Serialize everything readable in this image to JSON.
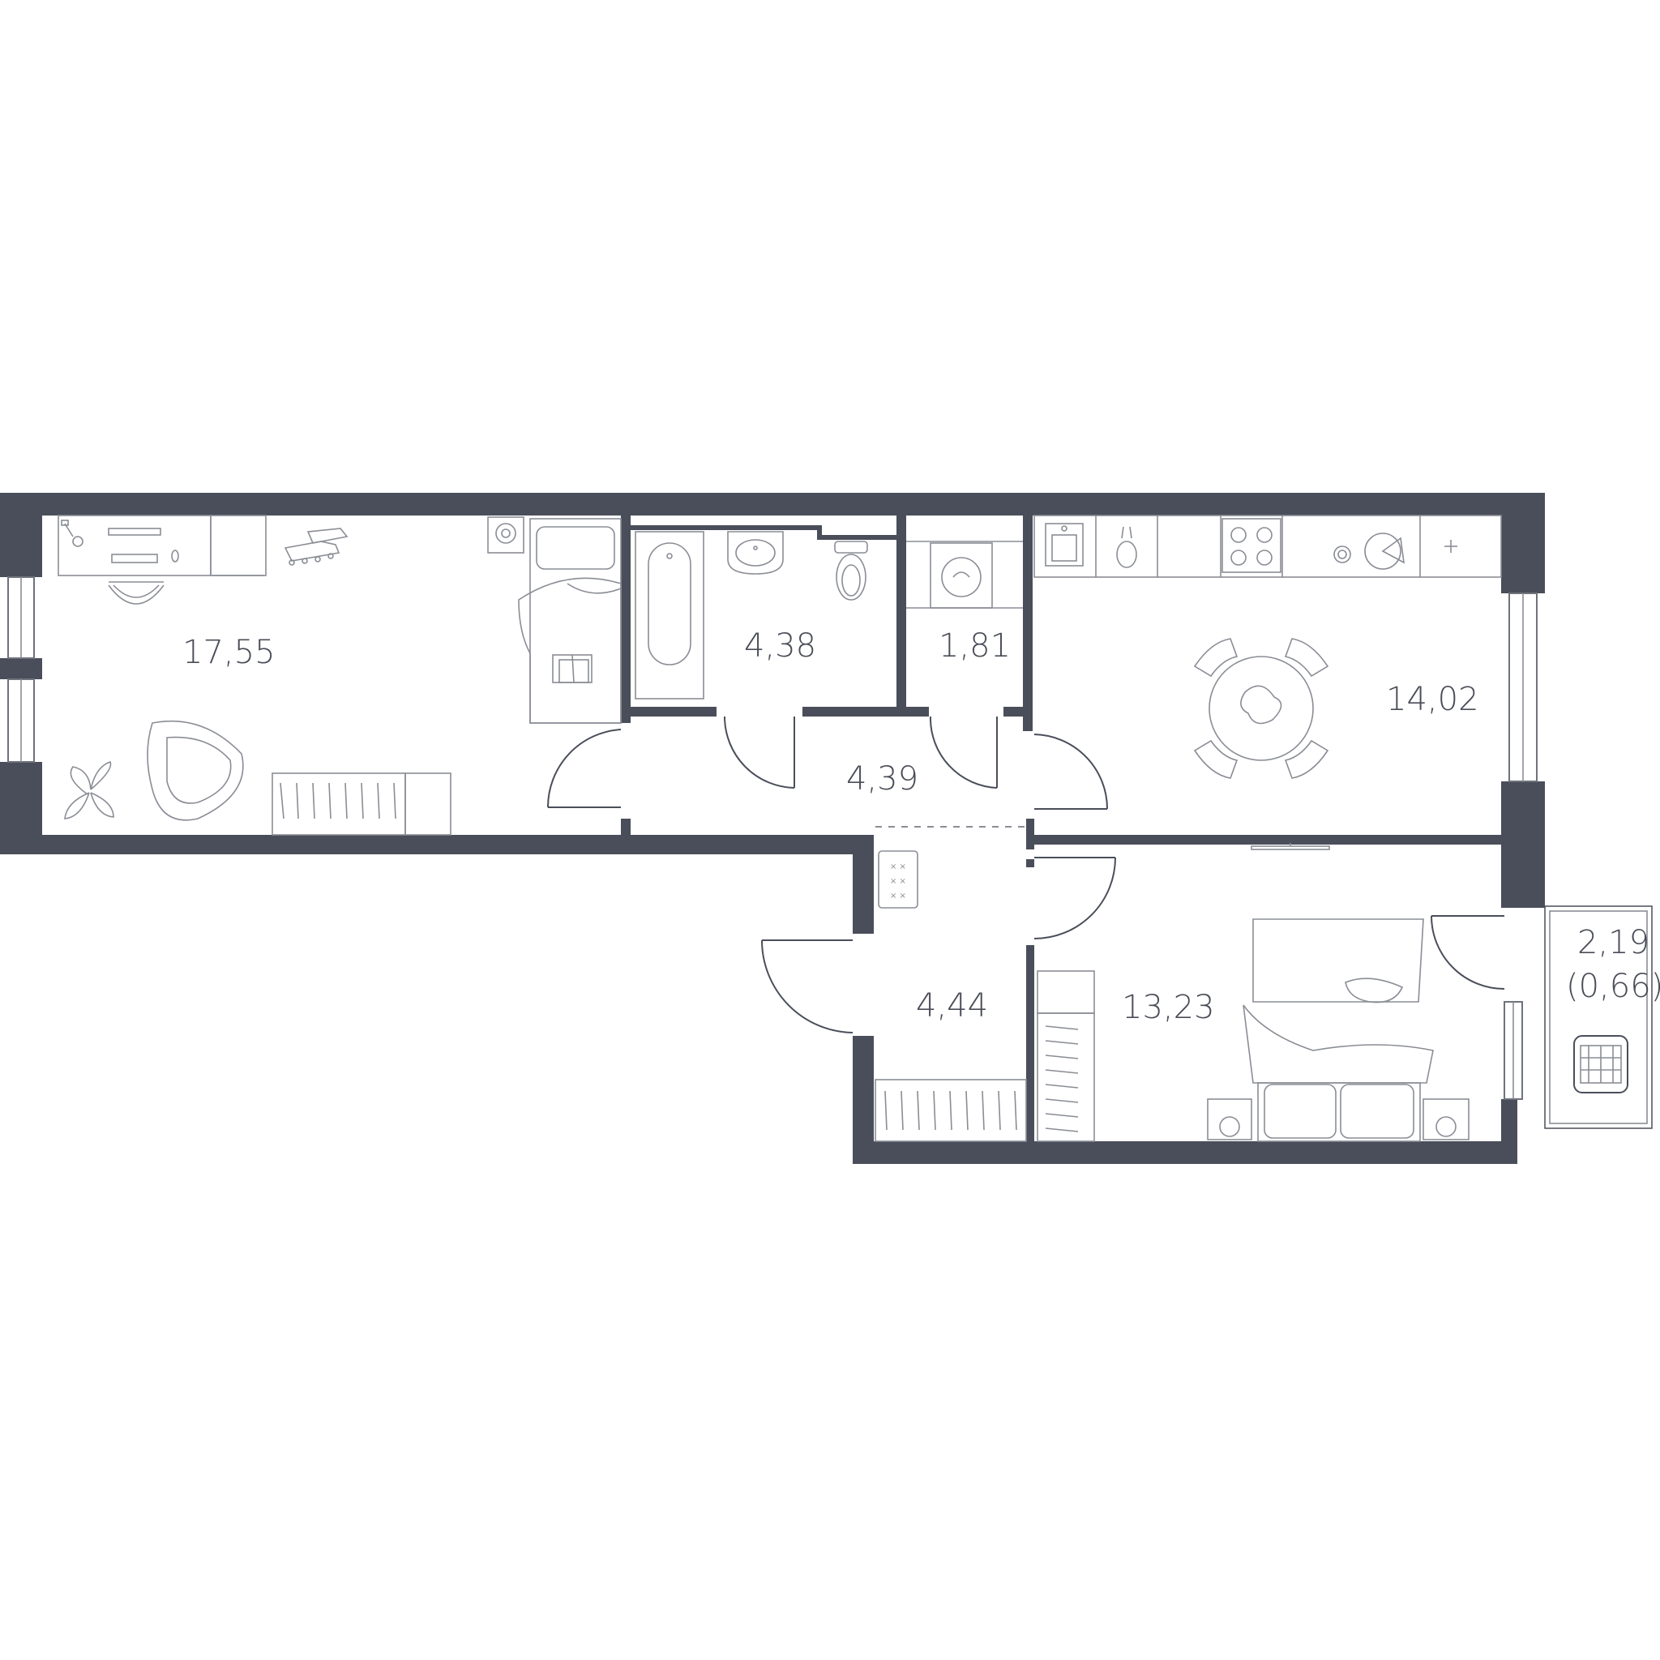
{
  "colors": {
    "wall": "#4a4e5a",
    "furniture_stroke": "#8a8d95",
    "background": "#ffffff",
    "label": "#4a4d57"
  },
  "rooms": [
    {
      "id": "room-bedroom-west",
      "area": "17,55"
    },
    {
      "id": "room-bathroom",
      "area": "4,38"
    },
    {
      "id": "room-laundry",
      "area": "1,81"
    },
    {
      "id": "room-kitchen",
      "area": "14,02"
    },
    {
      "id": "room-hallway-upper",
      "area": "4,39"
    },
    {
      "id": "room-hallway-lower",
      "area": "4,44"
    },
    {
      "id": "room-bedroom-east",
      "area": "13,23"
    },
    {
      "id": "room-balcony",
      "area": "2,19",
      "area_reduced": "(0,66)"
    }
  ],
  "icons": [
    "desk-icon",
    "computer-monitor-icon",
    "keyboard-icon",
    "office-chair-icon",
    "roller-skates-icon",
    "single-bed-icon",
    "books-icon",
    "armchair-icon",
    "potted-plant-icon",
    "wardrobe-icon",
    "bathtub-icon",
    "sink-icon",
    "toilet-icon",
    "washing-machine-icon",
    "kitchen-sink-icon",
    "stove-icon",
    "dining-table-icon",
    "double-bed-icon",
    "shoe-rack-icon",
    "laundry-basket-icon"
  ]
}
